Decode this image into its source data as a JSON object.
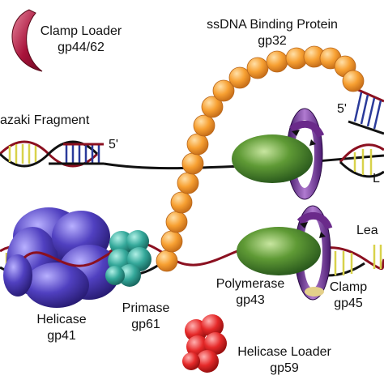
{
  "labels": {
    "clamp_loader": "Clamp Loader",
    "clamp_loader_gene": "gp44/62",
    "ssdna": "ssDNA Binding Protein",
    "ssdna_gene": "gp32",
    "okazaki": "azaki Fragment",
    "five_prime_1": "5'",
    "five_prime_2": "5'",
    "lagging_partial": "L",
    "leading_partial": "Lea",
    "polymerase": "Polymerase",
    "polymerase_gene": "gp43",
    "clamp": "Clamp",
    "clamp_gene": "gp45",
    "helicase": "Helicase",
    "helicase_gene": "gp41",
    "primase": "Primase",
    "primase_gene": "gp61",
    "helicase_loader": "Helicase Loader",
    "helicase_loader_gene": "gp59"
  },
  "colors": {
    "dna_strand_a": "#111111",
    "dna_strand_b": "#8b1020",
    "base_pair": "#d8d24a",
    "rna_primer_rungs": "#2a3a9a",
    "ssb": "#f5a23a",
    "polymerase": "#4c8a2a",
    "clamp": "#6a2a8a",
    "helicase": "#4a3ab0",
    "primase": "#2f9a90",
    "helicase_loader": "#e42a2a",
    "clamp_loader": "#a8123a"
  }
}
